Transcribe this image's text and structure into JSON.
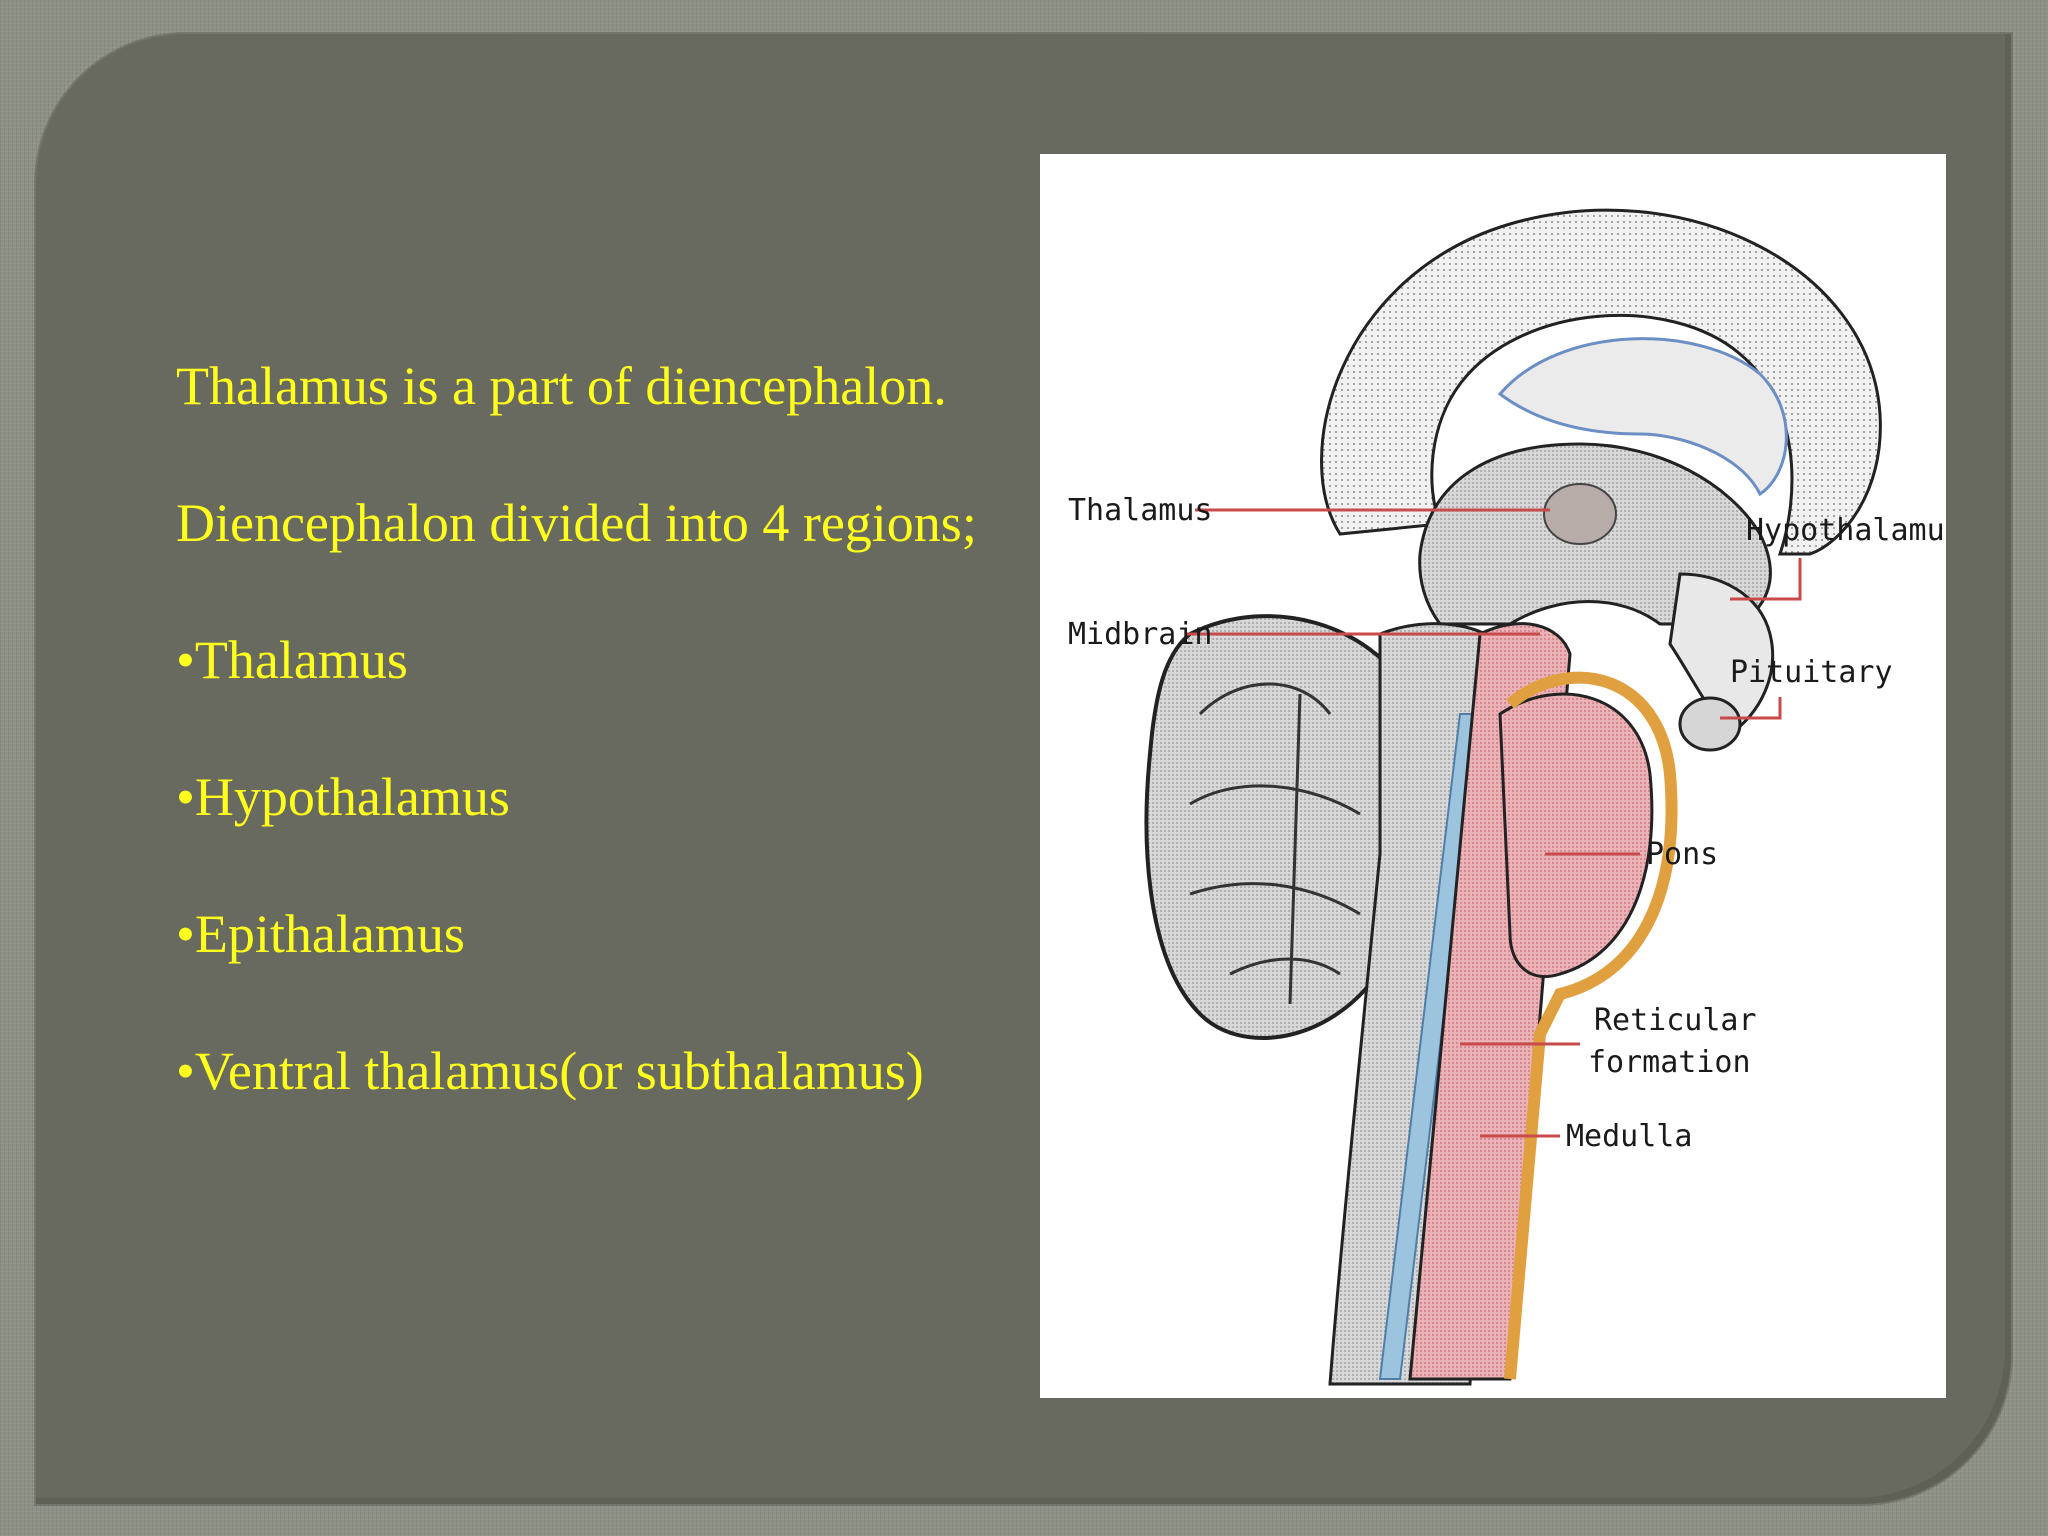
{
  "slide": {
    "lines": [
      "Thalamus is a part of diencephalon.",
      "Diencephalon divided into 4 regions;",
      "•Thalamus",
      "•Hypothalamus",
      "•Epithalamus",
      "•Ventral thalamus(or subthalamus)"
    ]
  },
  "diagram": {
    "labels": {
      "thalamus": "Thalamus",
      "hypothalamus": "Hypothalamus",
      "midbrain": "Midbrain",
      "pituitary": "Pituitary",
      "pons": "Pons",
      "reticular_1": "Reticular",
      "reticular_2": "formation",
      "medulla": "Medulla"
    },
    "colors": {
      "text": "#ffff1e",
      "slide_bg": "#686a5f",
      "label_line": "#c84a4a",
      "brainstem_pink": "#e7a9ad",
      "canal_blue": "#9cc4de",
      "orange_border": "#e0a040",
      "gray_tissue": "#cfcfcf"
    }
  }
}
